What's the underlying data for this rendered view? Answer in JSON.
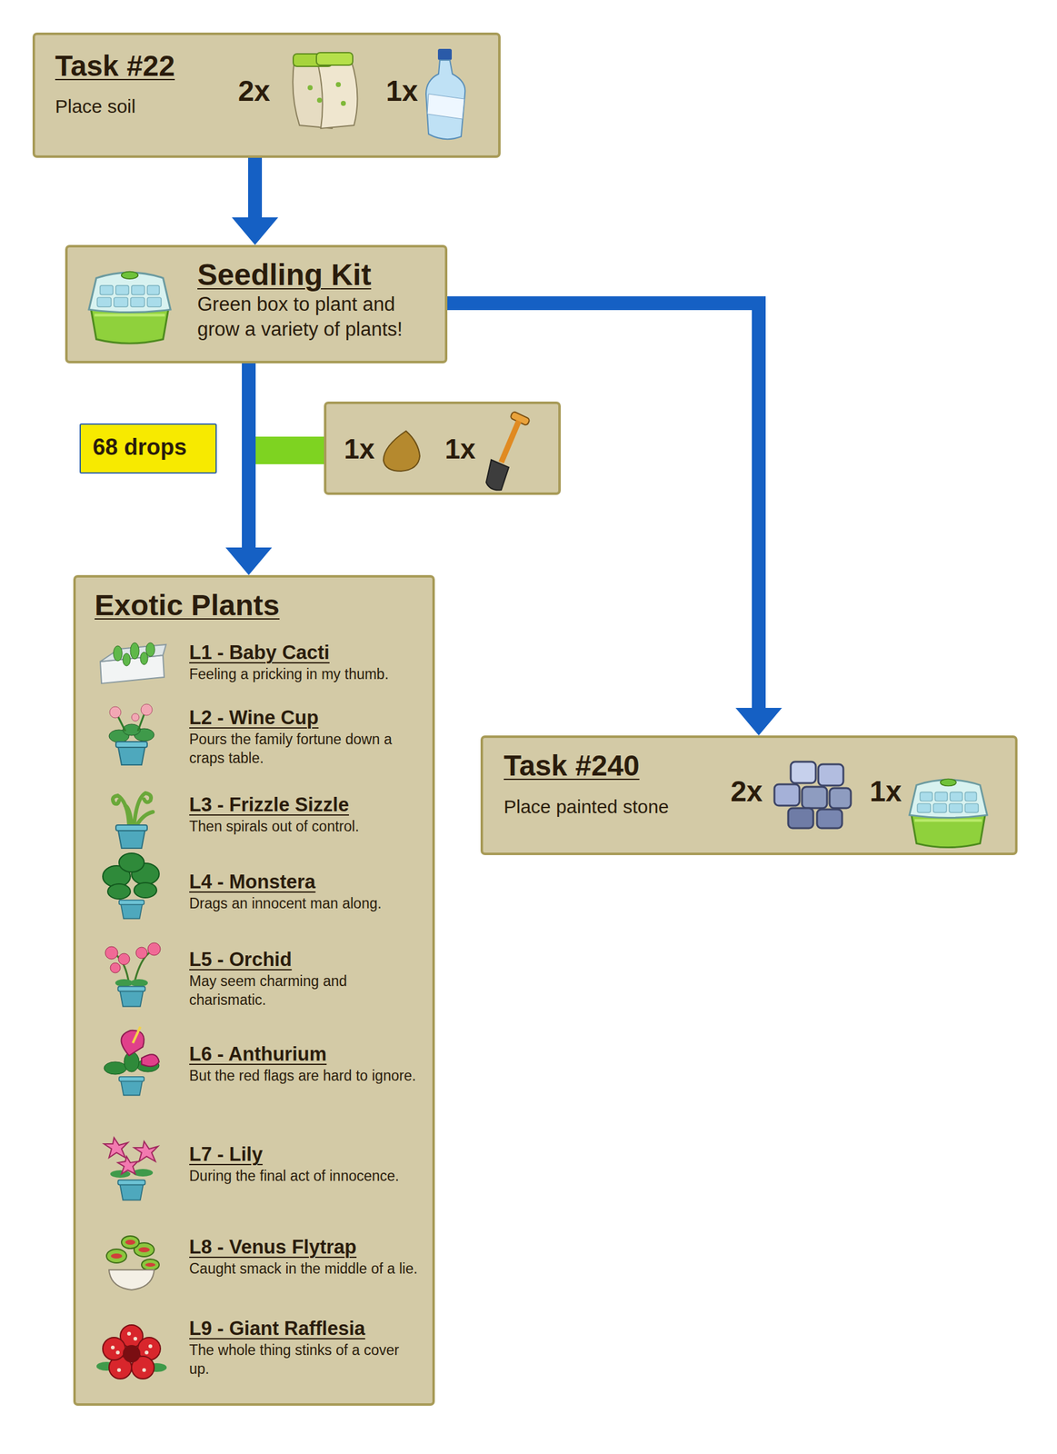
{
  "diagram": {
    "nodes": [
      {
        "text": [
          "Task #22",
          "Place soil",
          "2x",
          "1x"
        ]
      },
      {
        "text": [
          "Seedling Kit",
          "Green box to plant and grow a variety of plants!"
        ]
      },
      {
        "text": [
          "1x",
          "1x"
        ]
      },
      {
        "text": [
          "68 drops"
        ]
      },
      {
        "text": [
          "Exotic Plants",
          "L1 - Baby Cacti",
          "Feeling a pricking in my thumb.",
          "L2 - Wine Cup",
          "Pours the family fortune down a craps table.",
          "L3 - Frizzle Sizzle",
          "Then spirals out of control.",
          "L4 - Monstera",
          "Drags an innocent man along.",
          "L5 - Orchid",
          "May seem charming and charismatic.",
          "L6 - Anthurium",
          "But the red flags are hard to ignore.",
          "L7 - Lily",
          "During the final act of innocence.",
          "L8 - Venus Flytrap",
          "Caught smack in the middle of a lie.",
          "L9 - Giant Rafflesia",
          "The whole thing stinks of a cover up."
        ]
      },
      {
        "text": [
          "Task #240",
          "Place painted stone",
          "2x",
          "1x"
        ]
      }
    ],
    "edges": [
      {
        "from": 0,
        "to": 1,
        "arrow": "to"
      },
      {
        "from": 1,
        "to": 4,
        "arrow": "to"
      },
      {
        "from": 1,
        "to": 5,
        "arrow": "to"
      }
    ]
  }
}
